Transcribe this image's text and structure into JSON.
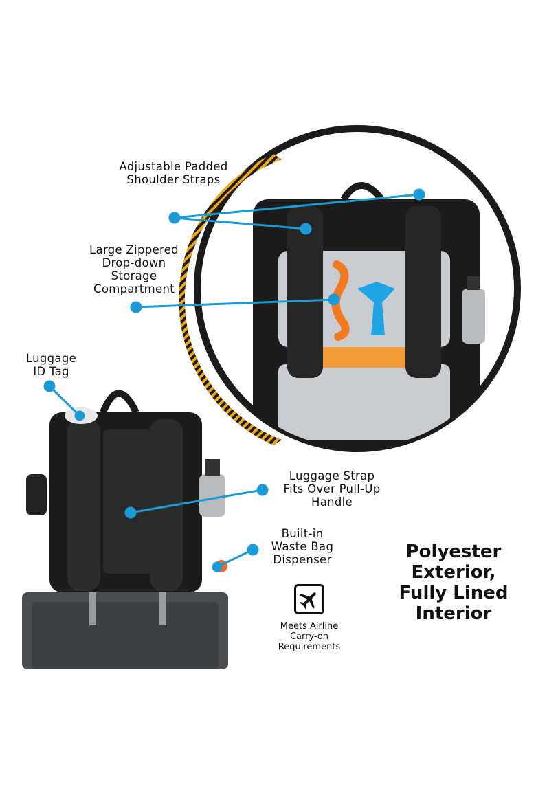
{
  "callouts": {
    "shoulder_straps": [
      "Adjustable Padded",
      "Shoulder Straps"
    ],
    "storage": [
      "Large Zippered",
      "Drop-down",
      "Storage",
      "Compartment"
    ],
    "id_tag": [
      "Luggage",
      "ID Tag"
    ],
    "luggage_strap": [
      "Luggage Strap",
      "Fits Over Pull-Up",
      "Handle"
    ],
    "waste_bag": [
      "Built-in",
      "Waste Bag",
      "Dispenser"
    ]
  },
  "feature": [
    "Polyester",
    "Exterior,",
    "Fully Lined",
    "Interior"
  ],
  "airline": [
    "Meets Airline",
    "Carry-on",
    "Requirements"
  ],
  "icons": {
    "airline": "airplane-icon"
  },
  "colors": {
    "accent": "#1a9ad6",
    "stripe": "#f2a71b",
    "bag": "#1b1b1b",
    "liner": "#c9ccd0"
  }
}
